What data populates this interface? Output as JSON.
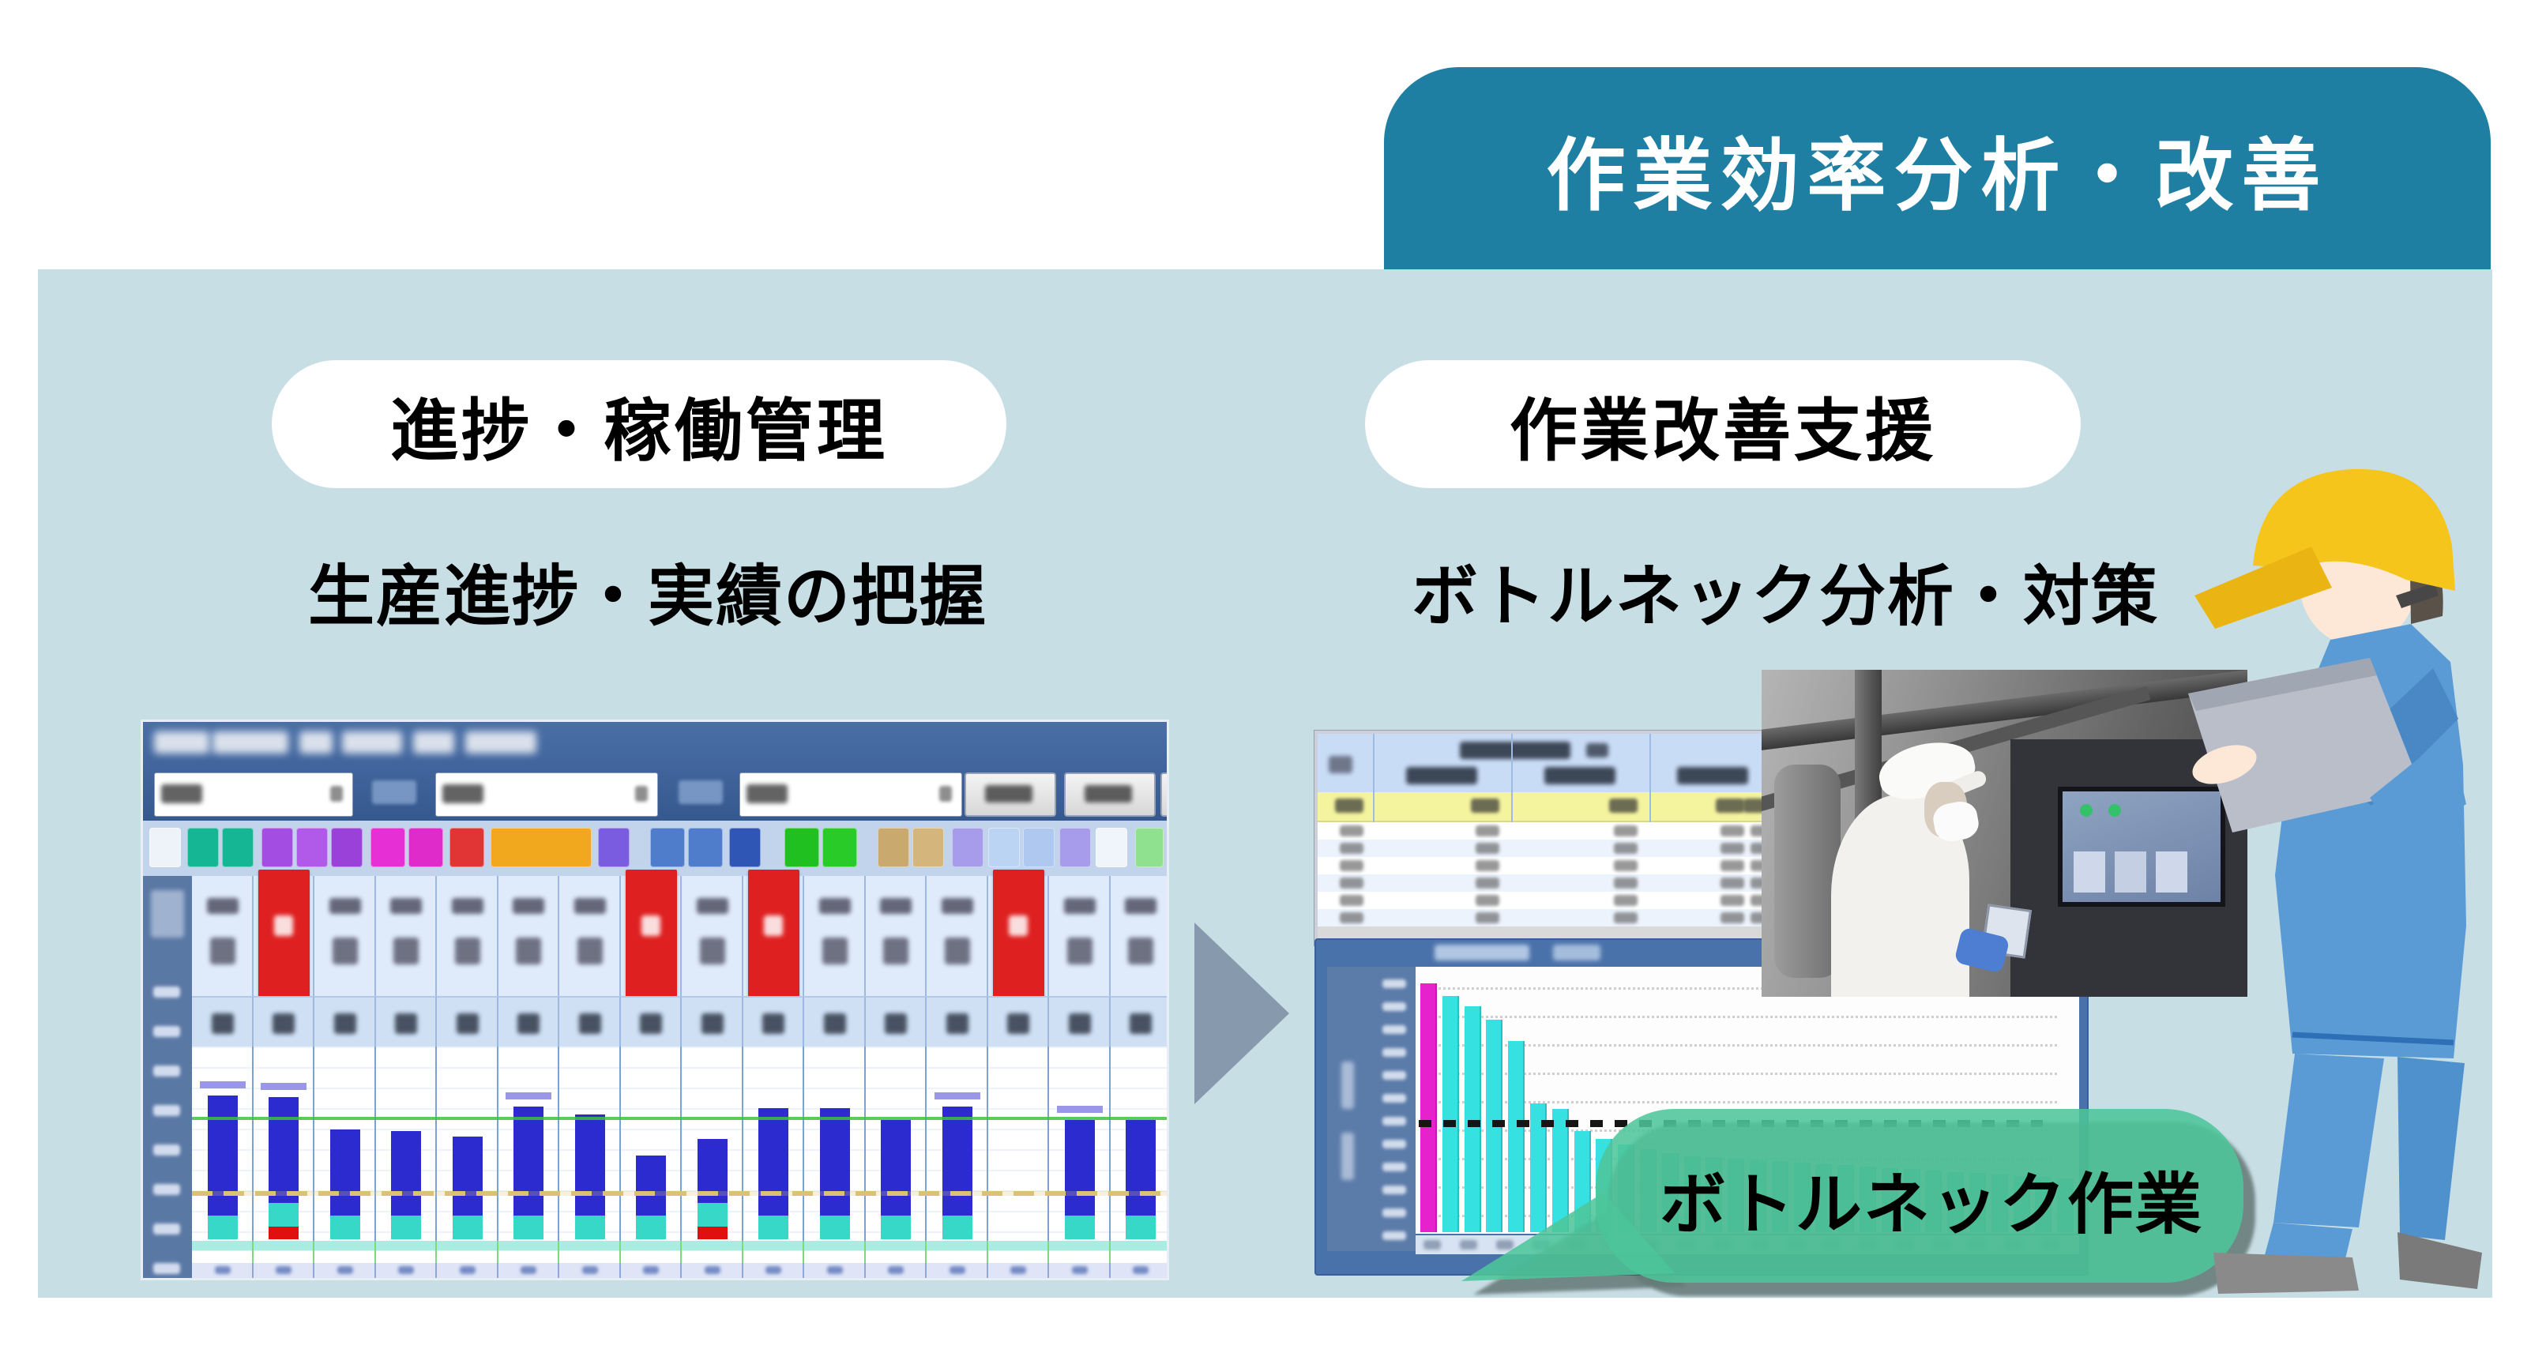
{
  "banner": {
    "title": "作業効率分析・改善",
    "bg": "#1e7fa2",
    "text_color": "#ffffff"
  },
  "panel": {
    "bg": "#c8dee5"
  },
  "left_section": {
    "pill_label": "進捗・稼働管理",
    "subtitle": "生産進捗・実績の把握"
  },
  "right_section": {
    "pill_label": "作業改善支援",
    "subtitle": "ボトルネック分析・対策",
    "callout_label": "ボトルネック作業",
    "callout_bg": "rgba(77,198,154,0.87)"
  },
  "arrow": {
    "color": "#8699ad"
  },
  "left_screenshot": {
    "window_bg": "#9db9dd",
    "bar_color": "#2b2bd0",
    "bar_base_color": "#38d8c8",
    "bar_mark_color": "#e01010",
    "bar_cap_color": "#9a96ea",
    "red_header_color": "#df2020",
    "target_line_color": "#3fbf3f",
    "axis_color": "#5a78a4",
    "red_header_cols": [
      1,
      7,
      9,
      13
    ],
    "cap_cols": [
      0,
      1,
      5,
      12,
      14
    ],
    "mark_cols": [
      1,
      8
    ],
    "toolbar_chips": [
      {
        "c": "#eef3fa",
        "w": 40,
        "g": 0
      },
      {
        "c": "#14b694",
        "w": 40,
        "g": 6
      },
      {
        "c": "#14b694",
        "w": 40,
        "g": 2
      },
      {
        "c": "#a44de2",
        "w": 40,
        "g": 8
      },
      {
        "c": "#b159e8",
        "w": 40,
        "g": 2
      },
      {
        "c": "#9a41da",
        "w": 40,
        "g": 2
      },
      {
        "c": "#e630d6",
        "w": 44,
        "g": 8
      },
      {
        "c": "#df2bc9",
        "w": 44,
        "g": 2
      },
      {
        "c": "#e13535",
        "w": 44,
        "g": 6
      },
      {
        "c": "#f2a81e",
        "w": 128,
        "g": 6
      },
      {
        "c": "#7a5ce0",
        "w": 40,
        "g": 6
      },
      {
        "c": "#4f7ccb",
        "w": 44,
        "g": 24
      },
      {
        "c": "#4f7ccb",
        "w": 44,
        "g": 2
      },
      {
        "c": "#2f55b5",
        "w": 40,
        "g": 6
      },
      {
        "c": "#1fc01f",
        "w": 44,
        "g": 28
      },
      {
        "c": "#29cb29",
        "w": 44,
        "g": 2
      },
      {
        "c": "#c9a96e",
        "w": 40,
        "g": 24
      },
      {
        "c": "#d4b67c",
        "w": 40,
        "g": 2
      },
      {
        "c": "#a79bec",
        "w": 40,
        "g": 8
      },
      {
        "c": "#bcd4f4",
        "w": 40,
        "g": 4
      },
      {
        "c": "#afc8f0",
        "w": 40,
        "g": 2
      },
      {
        "c": "#a79bec",
        "w": 40,
        "g": 4
      },
      {
        "c": "#f0f5fb",
        "w": 40,
        "g": 4
      },
      {
        "c": "#8fe08f",
        "w": 36,
        "g": 8
      },
      {
        "c": "#9fb6da",
        "w": 36,
        "g": 6
      },
      {
        "c": "#9fb6da",
        "w": 36,
        "g": 2
      }
    ]
  },
  "right_table": {
    "header_bg": "#c9dcf6",
    "highlight_row_bg": "#f4f49e",
    "row_count": 6,
    "col_edges": [
      70,
      245,
      420,
      595
    ]
  },
  "right_chart": {
    "first_bar_color": "#e622cc",
    "bar_color": "#35e1e1",
    "threshold_fraction_from_bottom": 0.35
  },
  "chart_data": [
    {
      "type": "bar",
      "title": "",
      "xlabel": "",
      "ylabel": "",
      "units": "relative-height (axis labels illegible in source)",
      "values": [
        0.76,
        0.75,
        0.58,
        0.57,
        0.54,
        0.7,
        0.66,
        0.44,
        0.53,
        0.69,
        0.69,
        0.63,
        0.7,
        0,
        0.63,
        0.63
      ],
      "series_color": "#2b2bd0",
      "grid": true,
      "target_line_fraction_from_top": 0.36
    },
    {
      "type": "bar",
      "title": "",
      "xlabel": "",
      "ylabel": "",
      "units": "relative-height (pareto, axis labels illegible in source)",
      "values": [
        0.95,
        0.9,
        0.86,
        0.81,
        0.73,
        0.49,
        0.47,
        0.385,
        0.355,
        0.335,
        0.315,
        0.3,
        0.29,
        0.285,
        0.28,
        0.275,
        0.27,
        0.265,
        0.26,
        0.255,
        0.25,
        0.245,
        0.24,
        0.235,
        0.23,
        0.225,
        0.22,
        0.215,
        0.21,
        0.205
      ],
      "highlight_index": 0,
      "highlight_color": "#e622cc",
      "series_color": "#35e1e1",
      "threshold_fraction_from_bottom": 0.35,
      "grid": true
    }
  ]
}
